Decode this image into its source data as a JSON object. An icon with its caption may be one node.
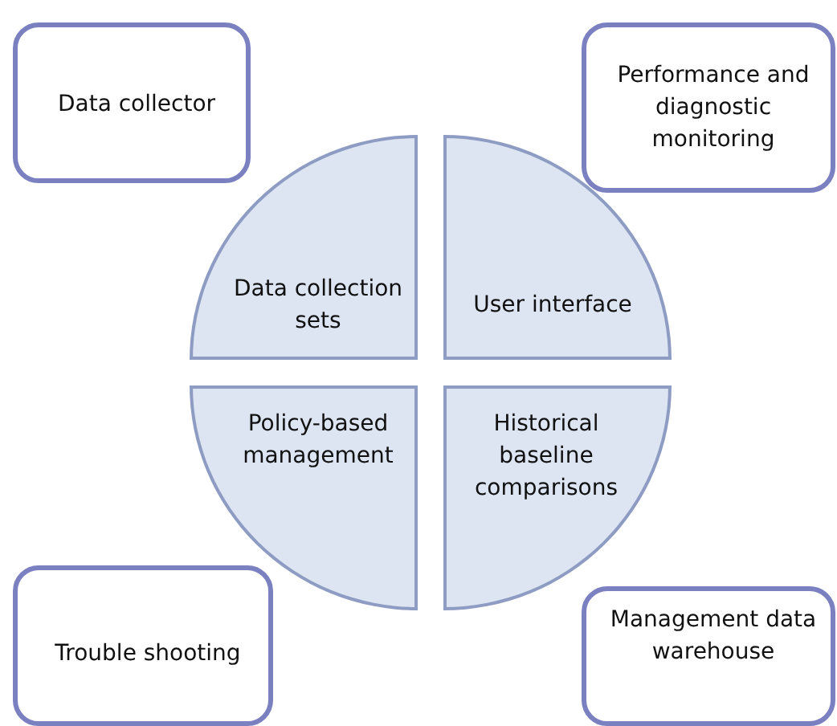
{
  "diagram": {
    "nodes": [
      {
        "text": [
          "Data collector"
        ]
      },
      {
        "text": [
          "Performance and diagnostic monitoring"
        ]
      },
      {
        "text": [
          "Data collection sets"
        ]
      },
      {
        "text": [
          "User interface"
        ]
      },
      {
        "text": [
          "Policy-based management"
        ]
      },
      {
        "text": [
          "Historical baseline comparisons"
        ]
      },
      {
        "text": [
          "Trouble shooting"
        ]
      },
      {
        "text": [
          "Management data warehouse"
        ]
      }
    ]
  }
}
